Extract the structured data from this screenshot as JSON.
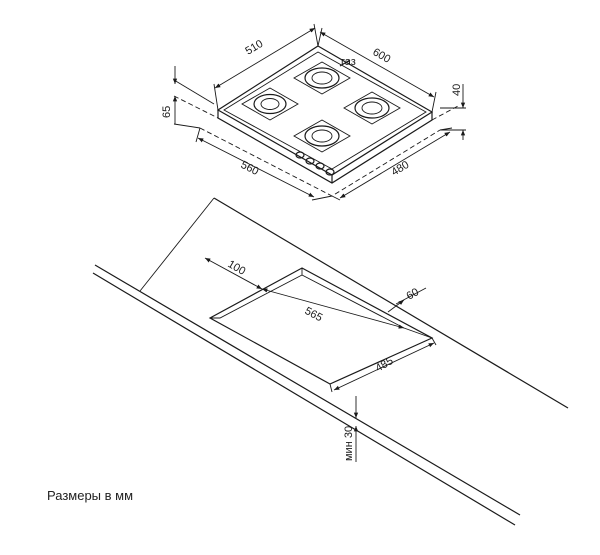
{
  "hob": {
    "width": "600",
    "depth": "510",
    "height": "65",
    "side_height": "40",
    "base_width": "560",
    "base_depth": "480",
    "gas_label": "газ"
  },
  "cutout": {
    "back_offset": "100",
    "width": "565",
    "depth": "485",
    "side_offset": "60",
    "min_thickness": "мин 30"
  },
  "caption": "Размеры в мм"
}
